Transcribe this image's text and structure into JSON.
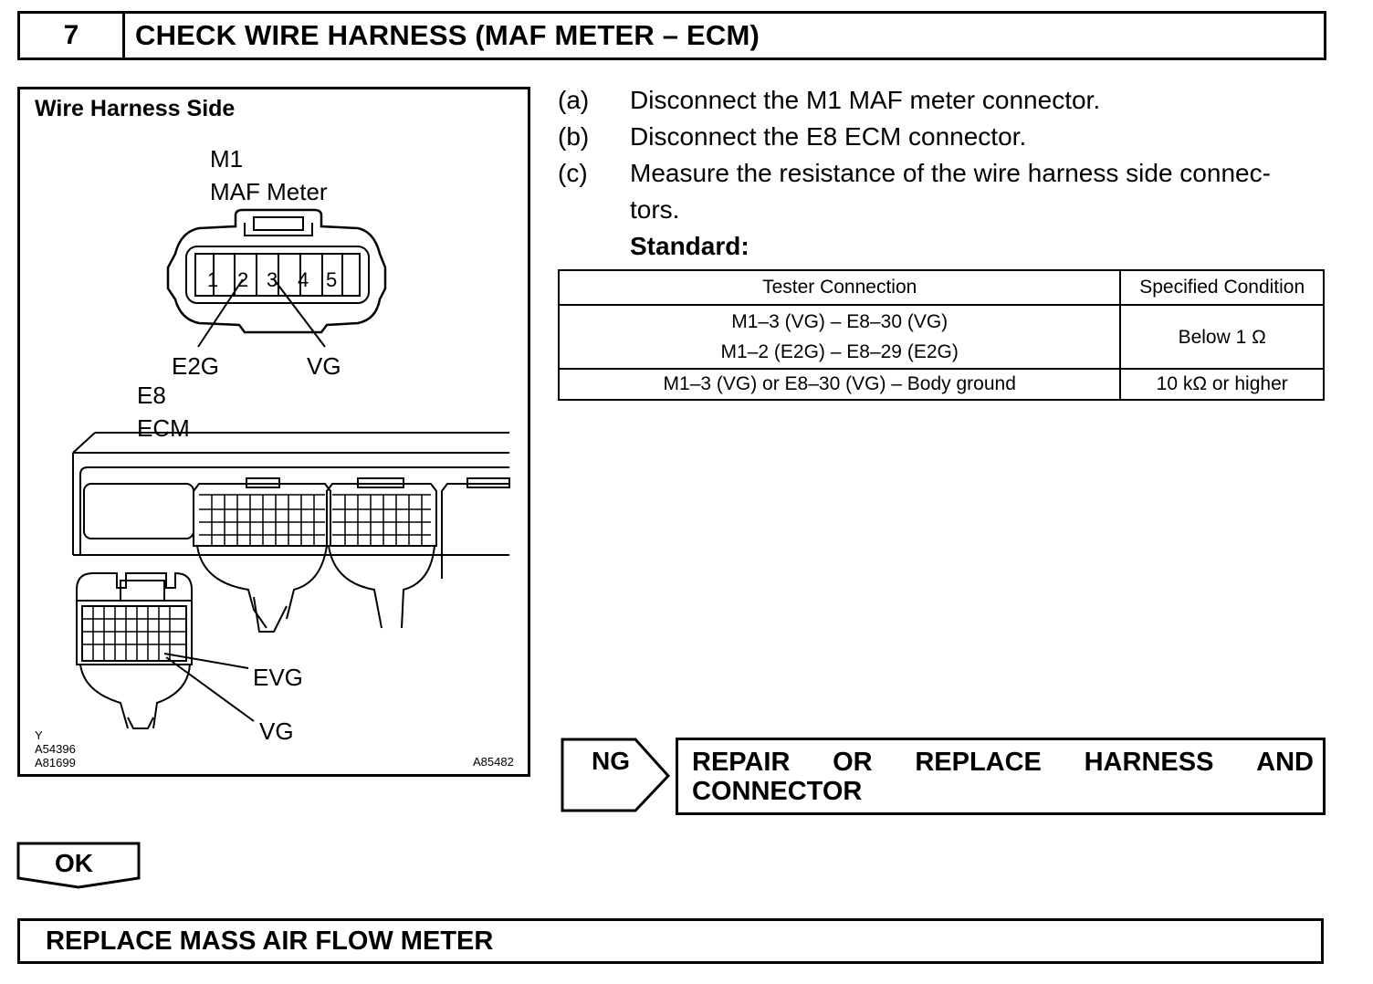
{
  "header": {
    "step_number": "7",
    "title": "CHECK WIRE HARNESS (MAF METER – ECM)"
  },
  "figure": {
    "title": "Wire Harness Side",
    "m1_id": "M1",
    "m1_name": "MAF Meter",
    "pins": [
      "1",
      "2",
      "3",
      "4",
      "5"
    ],
    "label_e2g": "E2G",
    "label_vg_top": "VG",
    "e8_id": "E8",
    "e8_name": "ECM",
    "label_evg": "EVG",
    "label_vg_bottom": "VG",
    "code_y": "Y",
    "code_a1": "A54396",
    "code_a2": "A81699",
    "code_fig": "A85482"
  },
  "steps": [
    {
      "label": "(a)",
      "text": "Disconnect the M1 MAF meter connector."
    },
    {
      "label": "(b)",
      "text": "Disconnect the E8 ECM connector."
    },
    {
      "label": "(c)",
      "text": "Measure the resistance of the wire harness side connec-"
    }
  ],
  "step_c_cont": "tors.",
  "standard_label": "Standard:",
  "table": {
    "headers": [
      "Tester Connection",
      "Specified Condition"
    ],
    "row1_conn1": "M1–3 (VG) – E8–30 (VG)",
    "row1_conn2": "M1–2 (E2G) – E8–29 (E2G)",
    "row1_cond": "Below 1 Ω",
    "row2_conn": "M1–3 (VG) or E8–30 (VG) – Body ground",
    "row2_cond": "10 kΩ or higher"
  },
  "ng": {
    "label": "NG",
    "action_words": [
      "REPAIR",
      "OR",
      "REPLACE",
      "HARNESS",
      "AND"
    ],
    "action_line2": "CONNECTOR"
  },
  "ok": {
    "label": "OK"
  },
  "final_action": "REPLACE MASS AIR FLOW METER"
}
